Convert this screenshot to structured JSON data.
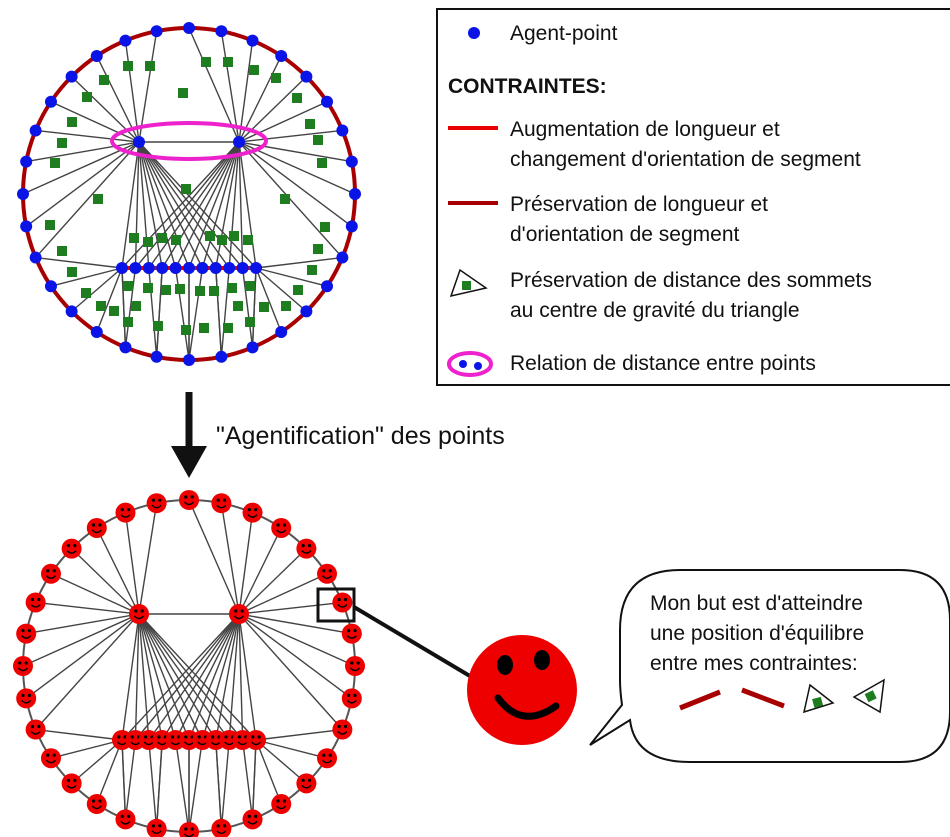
{
  "legend": {
    "agent_point": "Agent-point",
    "title": "CONTRAINTES:",
    "items": [
      {
        "lines": [
          "Augmentation de longueur et",
          "changement d'orientation de segment"
        ]
      },
      {
        "lines": [
          "Préservation de longueur et",
          "d'orientation de segment"
        ]
      },
      {
        "lines": [
          "Préservation de distance des sommets",
          "au centre de gravité du triangle"
        ]
      },
      {
        "lines": [
          "Relation de distance entre points"
        ]
      }
    ]
  },
  "arrow_label": "\"Agentification\" des points",
  "bubble": {
    "lines": [
      "Mon but est d'atteindre",
      "une position d'équilibre",
      "entre mes contraintes:"
    ]
  },
  "colors": {
    "agent_point": "#0a14e6",
    "stretch_segment": "#e60000",
    "rigid_segment": "#a80000",
    "triangle_square": "#1e7d1e",
    "distance_relation": "#ee22cc",
    "agent_face": "#ee0000"
  },
  "icons": [
    "agent-point-icon",
    "red-segment-icon",
    "darkred-segment-icon",
    "triangle-icon",
    "ellipse-icon",
    "smiley-icon"
  ]
}
